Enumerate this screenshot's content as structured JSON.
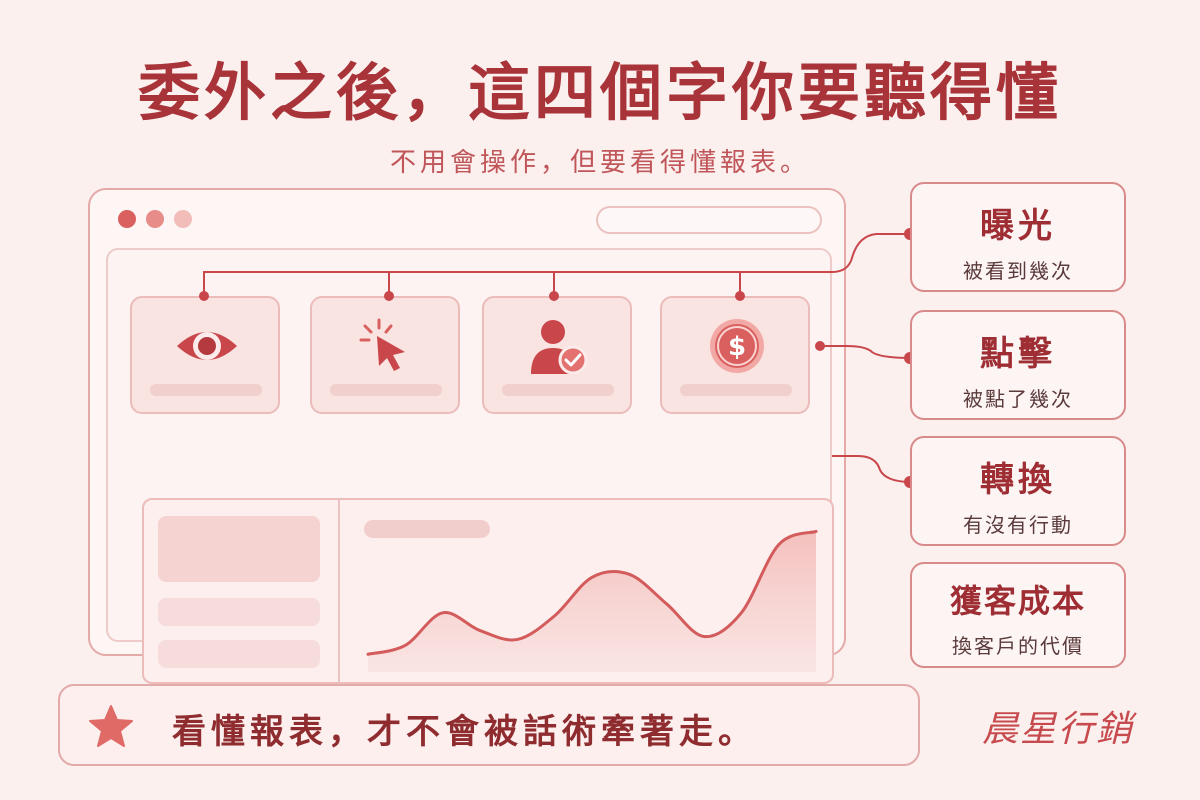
{
  "header": {
    "title": "委外之後，這四個字你要聽得懂",
    "subtitle": "不用會操作，但要看得懂報表。"
  },
  "metrics": [
    {
      "term": "曝光",
      "desc": "被看到幾次",
      "icon": "eye-icon"
    },
    {
      "term": "點擊",
      "desc": "被點了幾次",
      "icon": "cursor-click-icon"
    },
    {
      "term": "轉換",
      "desc": "有沒有行動",
      "icon": "user-check-icon"
    },
    {
      "term": "獲客成本",
      "desc": "換客戶的代價",
      "icon": "dollar-coin-icon"
    }
  ],
  "footer": {
    "message": "看懂報表，才不會被話術牽著走。",
    "signature": "晨星行銷"
  },
  "colors": {
    "background": "#fbf0ee",
    "primary": "#a8343a",
    "accent": "#d9605f",
    "light": "#f4d3d1"
  },
  "chart_data": {
    "type": "area",
    "title": "",
    "xlabel": "",
    "ylabel": "",
    "x": [
      0,
      1,
      2,
      3,
      4,
      5,
      6,
      7,
      8,
      9,
      10,
      11,
      12
    ],
    "values": [
      12,
      18,
      40,
      28,
      22,
      38,
      64,
      66,
      46,
      24,
      40,
      86,
      95
    ],
    "ylim": [
      0,
      100
    ],
    "grid": false
  }
}
